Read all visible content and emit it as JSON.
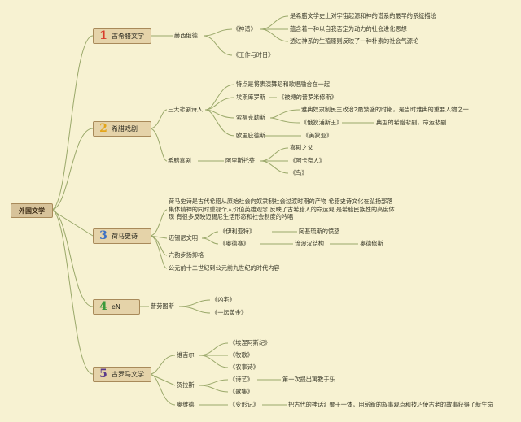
{
  "colors": {
    "background": "#f7f2d2",
    "line": "#9aa86a",
    "n1": "#d83a2a",
    "n2": "#e3a51a",
    "n3": "#3b6fc4",
    "n4": "#3a9a3a",
    "n5": "#5a3a8a"
  },
  "root": {
    "label": "外国文学"
  },
  "branches": [
    {
      "num": "1",
      "label": "古希腊文学",
      "author": "赫西俄德",
      "work1": "《神谱》",
      "notes": [
        "是希腊文学史上对宇宙起源和神的谱系的最早的系统描绘",
        "蕴含着一种以自我否定为动力的社会进化思想",
        "透过神系的生殖原则反映了一种朴素的社会气源论"
      ],
      "work2": "《工作与时日》"
    },
    {
      "num": "2",
      "label": "希腊戏剧",
      "tragedy": "三大悲剧诗人",
      "feature": "特点是将表演舞蹈和歌唱融合在一起",
      "aes": "埃斯库罗斯",
      "aes_work": "《被缚的普罗米修斯》",
      "soph": "索福克勒斯",
      "soph_note": "雅典奴隶制民主政治2最繁盛的时期，是当时雅典的重要人物之一",
      "soph_work": "《俄狄浦斯王》",
      "soph_work_note": "典型的希腊悲剧，命运悲剧",
      "eur": "欧里庇德斯",
      "eur_work": "《美狄亚》",
      "comedy": "希腊喜剧",
      "aristo": "阿里斯托芬",
      "aristo_items": [
        "喜剧之父",
        "《阿卡奈人》",
        "《鸟》"
      ]
    },
    {
      "num": "3",
      "label": "荷马史诗",
      "intro": "荷马史诗是古代希腊从原始社会向奴隶制社会过渡时期的产物 希腊史诗文化在弘扬部落集体精神的同时重视个人价值英雄观念 反映了古希腊人的命运观 是希腊民族性的高度体现 有很多反映迈锡尼生活形态和社会制度的吟唱",
      "mycenae": "迈锡尼文明",
      "iliad": "《伊利亚特》",
      "iliad_note": "阿基琉斯的愤怒",
      "odyssey": "《奥德赛》",
      "odyssey_note": "流浪汉结构",
      "odyssey_hero": "奥德修斯",
      "metre": "六韵步扬抑格",
      "era": "公元前十二世纪到公元前九世纪的时代内容"
    },
    {
      "num": "4",
      "label": "eN",
      "author": "普劳图斯",
      "works": [
        "《凶宅》",
        "《一坛黄金》"
      ]
    },
    {
      "num": "5",
      "label": "古罗马文学",
      "virgil": "维吉尔",
      "virgil_works": [
        "《埃涅阿斯纪》",
        "《牧歌》",
        "《农事诗》"
      ],
      "horace": "贺拉斯",
      "horace_works": [
        "《诗艺》",
        "《歌集》"
      ],
      "horace_note": "第一次提出寓教于乐",
      "ovid": "奥维德",
      "ovid_work": "《变形记》",
      "ovid_note": "把古代的神话汇聚于一体，用崭新的叙事观点和技巧使古老的故事获得了新生命"
    }
  ]
}
